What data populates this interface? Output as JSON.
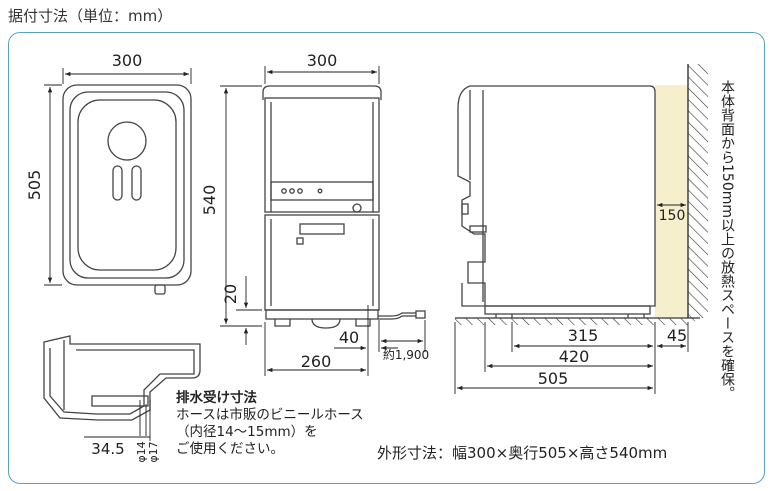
{
  "title": "据付寸法（単位：mm）",
  "top_view": {
    "width": "300",
    "depth": "505"
  },
  "front_view": {
    "width": "300",
    "height": "540",
    "leg_height": "20",
    "drain_offset": "40",
    "drain_distance": "260",
    "cord_length": "約1,900"
  },
  "side_view": {
    "clearance": "150",
    "dim_a": "315",
    "dim_b": "45",
    "dim_c": "420",
    "dim_d": "505",
    "side_note": "本体背面から150mm以上の放熱スペースを確保。"
  },
  "drain_detail": {
    "height": "34.5",
    "inner_diameter": "φ14",
    "outer_diameter": "φ17",
    "heading": "排水受け寸法",
    "line1": "ホースは市販のビニールホース",
    "line2": "（内径14～15mm）を",
    "line3": "ご使用ください。"
  },
  "external_dimensions": "外形寸法：幅300×奥行505×高さ540mm",
  "colors": {
    "frame": "#55a3c8",
    "heat_space": "#f6efcd",
    "wall_hatch": "#444444"
  }
}
